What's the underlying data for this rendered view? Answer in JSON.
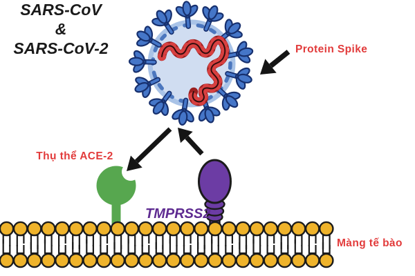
{
  "diagram": {
    "title": {
      "line1": "SARS-CoV",
      "line2": "&",
      "line3": "SARS-CoV-2"
    },
    "labels": {
      "protein_spike": "Protein Spike",
      "ace2_receptor": "Thụ thể ACE-2",
      "tmprss2": "TMPRSS2",
      "cell_membrane": "Màng tế bào"
    },
    "structure": {
      "virion_spike_count": 13,
      "envelope_dash_count": 18,
      "membrane_lipid_count": 24
    }
  },
  "colors": {
    "background": "#ffffff",
    "title_text": "#1a1a1a",
    "label_red": "#e23b3b",
    "tmprss2_text": "#5e2b91",
    "spike_blue": "#4576c8",
    "spike_outline": "#17306e",
    "envelope_fill": "#d0ddf1",
    "envelope_ring": "#a9c3e7",
    "envelope_dash": "#4c77be",
    "rna_red": "#d84040",
    "rna_dark": "#9a1f1f",
    "rna_line": "#330d0d",
    "ace2_green": "#57a74f",
    "tmprss2_purple": "#6c3ca4",
    "outline_black": "#1b1b1b",
    "lipid_gold": "#efb32b",
    "arrow_black": "#151515"
  }
}
